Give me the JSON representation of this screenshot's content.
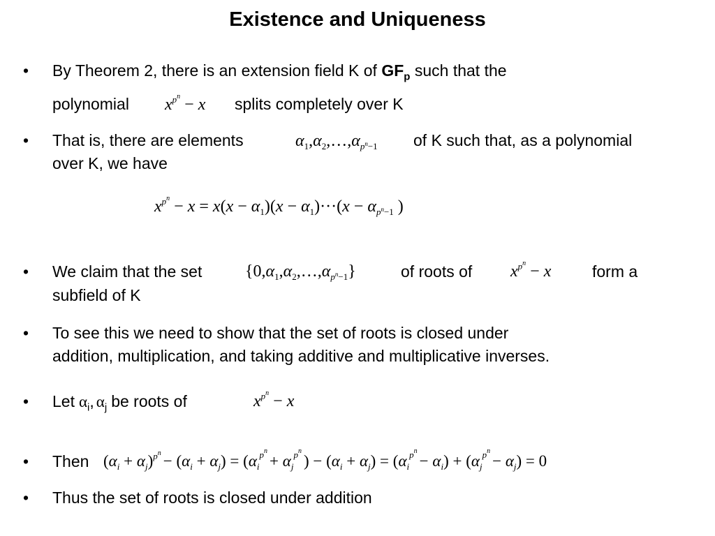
{
  "title": "Existence and Uniqueness",
  "bullet": "•",
  "b1": {
    "line1_a": "By Theorem 2, there is an extension field K of ",
    "line1_gf": "GF",
    "line1_p": "p",
    "line1_b": " such that the",
    "line2_a": "polynomial",
    "line2_b": "splits completely over K"
  },
  "b2": {
    "line1_a": "That is, there are elements",
    "line1_b": "of K such that, as a polynomial",
    "line2": "over K, we have"
  },
  "b3": {
    "line1_a": "We claim that the set",
    "line1_b": "of  roots of",
    "line1_c": "form a",
    "line2": "subfield of K"
  },
  "b4": {
    "line1": "To see this we need to show that the set of roots is closed under",
    "line2": "addition, multiplication, and taking additive and multiplicative inverses."
  },
  "b5": {
    "let": "Let",
    "i": "i",
    "comma": ",",
    "j": "j",
    "be": "be roots of"
  },
  "b6": {
    "then": "Then"
  },
  "b7": {
    "text": "Thus the set of roots is closed under addition"
  }
}
